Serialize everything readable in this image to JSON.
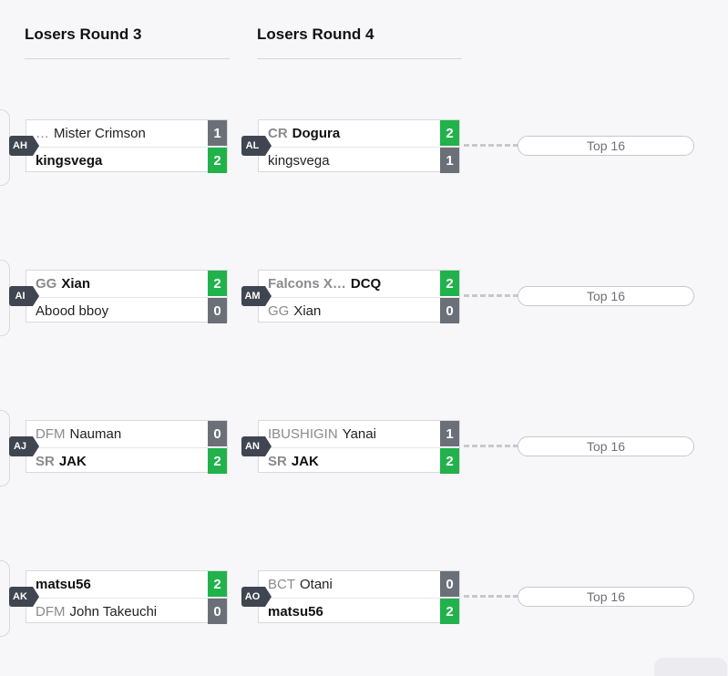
{
  "rounds": [
    {
      "title": "Losers Round 3"
    },
    {
      "title": "Losers Round 4"
    }
  ],
  "matches": [
    {
      "tag": "AH",
      "p1": {
        "prefix": "…",
        "name": "Mister Crimson",
        "score": "1",
        "win": false
      },
      "p2": {
        "prefix": "",
        "name": "kingsvega",
        "score": "2",
        "win": true
      }
    },
    {
      "tag": "AI",
      "p1": {
        "prefix": "GG",
        "name": "Xian",
        "score": "2",
        "win": true
      },
      "p2": {
        "prefix": "",
        "name": "Abood bboy",
        "score": "0",
        "win": false
      }
    },
    {
      "tag": "AJ",
      "p1": {
        "prefix": "DFM",
        "name": "Nauman",
        "score": "0",
        "win": false
      },
      "p2": {
        "prefix": "SR",
        "name": "JAK",
        "score": "2",
        "win": true
      }
    },
    {
      "tag": "AK",
      "p1": {
        "prefix": "",
        "name": "matsu56",
        "score": "2",
        "win": true
      },
      "p2": {
        "prefix": "DFM",
        "name": "John Takeuchi",
        "score": "0",
        "win": false
      }
    },
    {
      "tag": "AL",
      "p1": {
        "prefix": "CR",
        "name": "Dogura",
        "score": "2",
        "win": true
      },
      "p2": {
        "prefix": "",
        "name": "kingsvega",
        "score": "1",
        "win": false
      }
    },
    {
      "tag": "AM",
      "p1": {
        "prefix": "Falcons X…",
        "name": "DCQ",
        "score": "2",
        "win": true
      },
      "p2": {
        "prefix": "GG",
        "name": "Xian",
        "score": "0",
        "win": false
      }
    },
    {
      "tag": "AN",
      "p1": {
        "prefix": "IBUSHIGIN",
        "name": "Yanai",
        "score": "1",
        "win": false
      },
      "p2": {
        "prefix": "SR",
        "name": "JAK",
        "score": "2",
        "win": true
      }
    },
    {
      "tag": "AO",
      "p1": {
        "prefix": "BCT",
        "name": "Otani",
        "score": "0",
        "win": false
      },
      "p2": {
        "prefix": "",
        "name": "matsu56",
        "score": "2",
        "win": true
      }
    }
  ],
  "next": [
    "Top 16",
    "Top 16",
    "Top 16",
    "Top 16"
  ],
  "colors": {
    "win": "#21b24b",
    "lose": "#6b7078",
    "tag": "#3f4651"
  }
}
